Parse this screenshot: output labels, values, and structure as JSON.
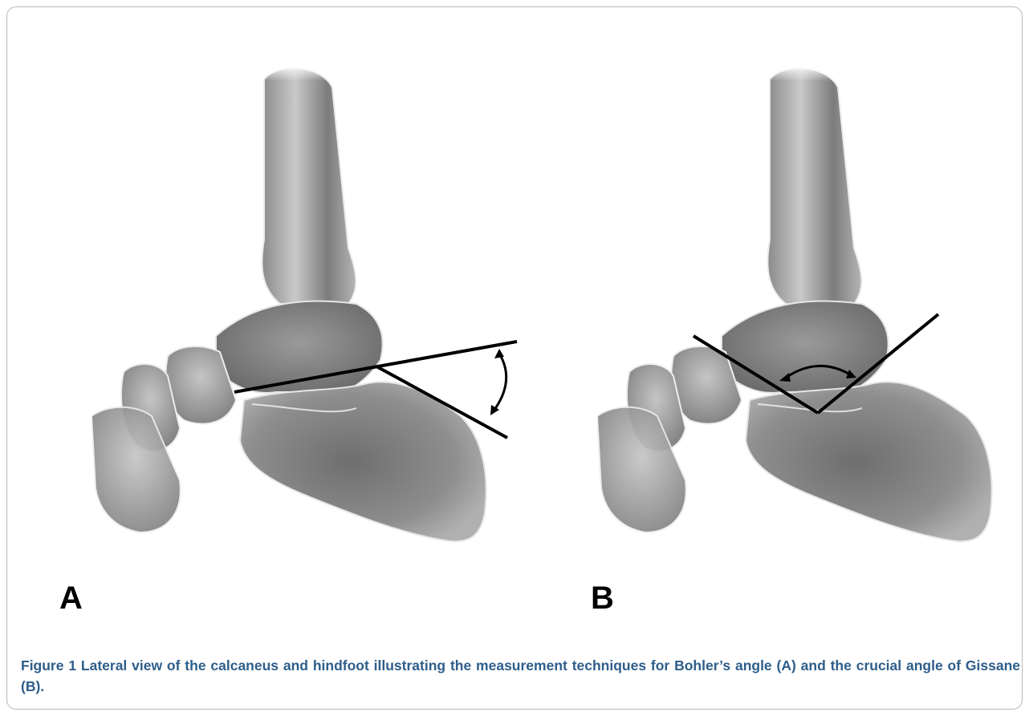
{
  "figure": {
    "panels": [
      {
        "id": "A",
        "label": "A",
        "measurement": "Bohler's angle"
      },
      {
        "id": "B",
        "label": "B",
        "measurement": "crucial angle of Gissane"
      }
    ],
    "caption": {
      "number": "Figure 1",
      "text": " Lateral view of the calcaneus and hindfoot illustrating the measurement techniques for Bohler’s angle (A) and the crucial angle of Gissane (B)."
    },
    "colors": {
      "caption": "#2e5e8a",
      "bone_dark": "#5a5a5a",
      "bone_light": "#cfcfcf",
      "line": "#000000"
    }
  }
}
